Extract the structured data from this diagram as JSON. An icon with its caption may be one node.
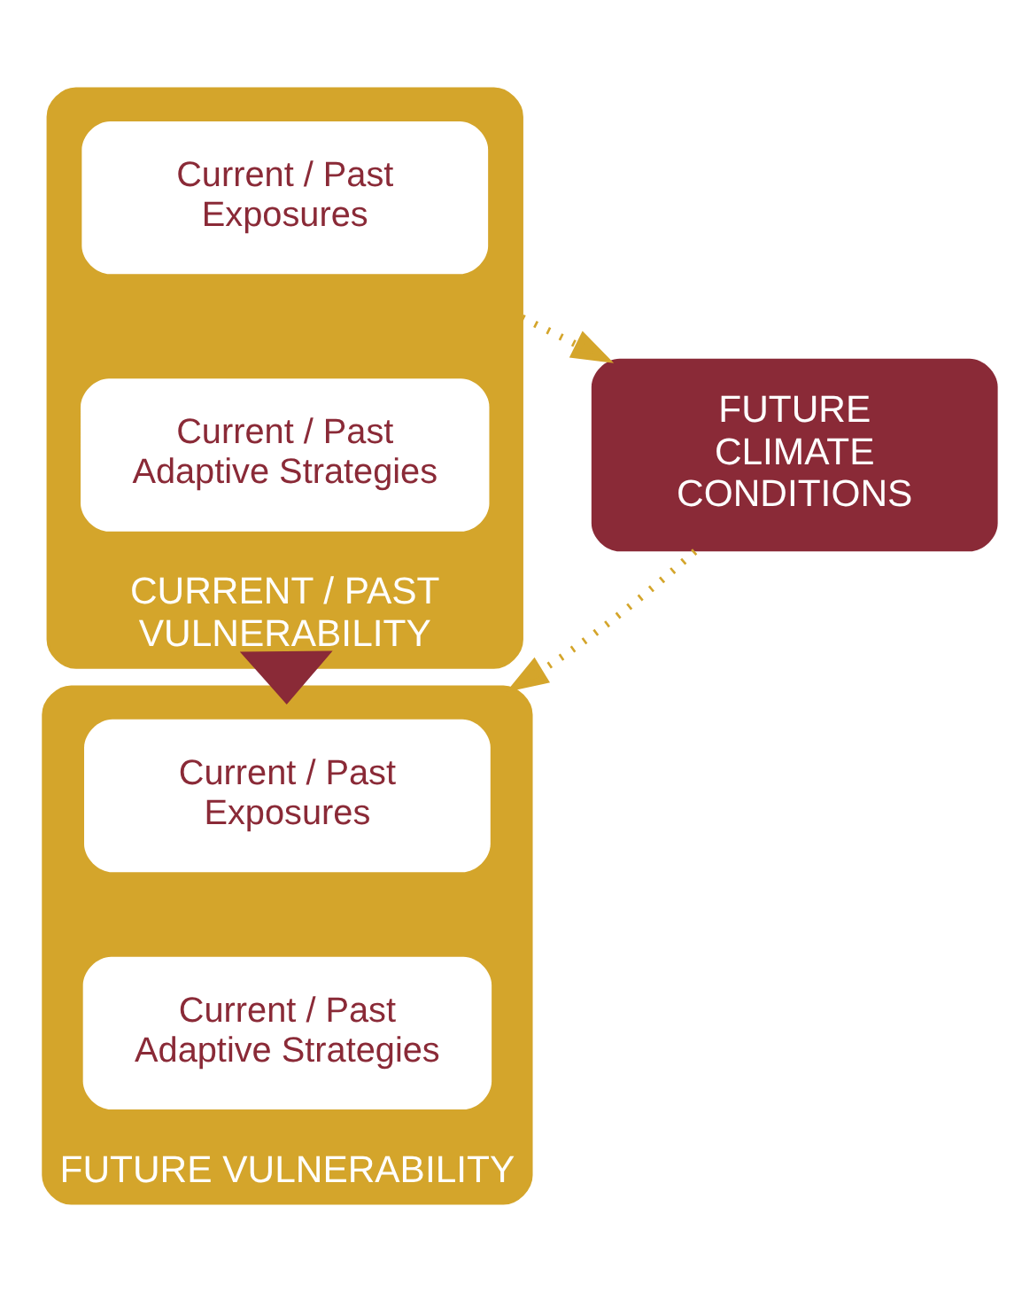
{
  "diagram": {
    "nodes": [
      {
        "text": [
          "CURRENT / PAST VULNERABILITY"
        ]
      },
      {
        "text": [
          "Current / Past Exposures"
        ],
        "in": 0
      },
      {
        "text": [
          "Current / Past Adaptive Strategies"
        ],
        "in": 0
      },
      {
        "text": [
          "FUTURE CLIMATE CONDITIONS"
        ]
      },
      {
        "text": [
          "FUTURE VULNERABILITY"
        ]
      },
      {
        "text": [
          "Current / Past Exposures"
        ],
        "in": 4
      },
      {
        "text": [
          "Current / Past Adaptive Strategies"
        ],
        "in": 4
      }
    ],
    "edges": [
      {
        "from": 0,
        "to": 3,
        "arrow": "to",
        "style": "dashed"
      },
      {
        "from": 3,
        "to": 4,
        "arrow": "to",
        "style": "dashed"
      },
      {
        "from": 0,
        "to": 4,
        "arrow": "to",
        "style": "thick",
        "color": "#8a2a37"
      }
    ]
  }
}
